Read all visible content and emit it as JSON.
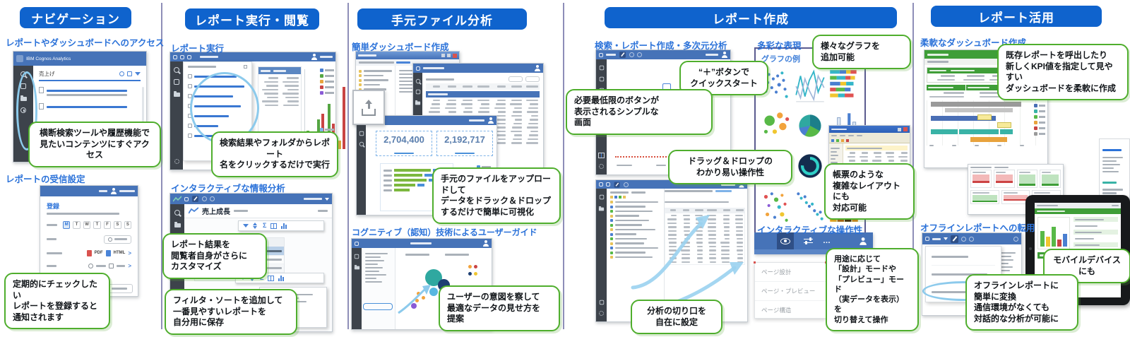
{
  "colors": {
    "header_pill": "#0f63cd",
    "section_heading": "#2b72d9",
    "callout_border": "#4fae2d",
    "divider": "#6868a0",
    "toolbar_blue": "#4673b8",
    "dashboard_green": "#3f9e38"
  },
  "glyphs": {
    "sigma": "Σ",
    "ellipsis": "…",
    "chevron_right": ">"
  },
  "col1": {
    "header": "ナビゲーション",
    "section1_title": "レポートやダッシュボードへのアクセス",
    "callout_access": "横断検索ツールや履歴機能で\n見たいコンテンツにすぐアクセス",
    "section2_title": "レポートの受信設定",
    "callout_subscribe": "定期的にチェックしたい\nレポートを登録すると\n通知されます",
    "search_app": {
      "title": "IBM Cognos Analytics",
      "query": "売上げ"
    },
    "subscribe_dialog": {
      "title": "登録",
      "days": [
        "M",
        "T",
        "W",
        "T",
        "F",
        "S",
        "S"
      ],
      "format_pdf": "PDF",
      "format_html": "HTML"
    }
  },
  "col2": {
    "header": "レポート実行・閲覧",
    "section1_title": "レポート実行",
    "callout_run": "検索結果やフォルダからレポート\n名をクリックするだけで実行",
    "section2_title": "インタラクティブな情報分析",
    "callout_customize": "レポート結果を\n閲覧者自身がさらに\nカスタマイズ",
    "callout_filter": "フィルタ・ソートを追加して\n一番見やすいレポートを\n自分用に保存",
    "report_title": "売上成長"
  },
  "col3": {
    "header": "手元ファイル分析",
    "section1_title": "簡単ダッシュボード作成",
    "callout_upload": "手元のファイルをアップロードして\nデータをドラック＆ドロップ\nするだけで簡単に可視化",
    "section2_title": "コグニティブ（認知）技術によるユーザーガイド",
    "callout_guide": "ユーザーの意図を察して\n最適なデータの見せ方を\n提案",
    "dashboard": {
      "kpi1": "2,704,400",
      "kpi2": "2,192,717"
    }
  },
  "col4": {
    "header": "レポート作成",
    "left": {
      "title": "検索・レポート作成・多次元分析",
      "callout_quickstart": "“＋”ボタンで\nクイックスタート",
      "callout_simple": "必要最低限のボタンが\n表示されるシンプルな\n画面",
      "callout_dnd": "ドラッグ＆ドロップの\nわかり易い操作性",
      "callout_slice": "分析の切り口を\n自在に設定"
    },
    "right": {
      "title": "多彩な表現",
      "chart_samples_title": "グラフの例",
      "callout_charts": "様々なグラフを\n追加可能",
      "callout_layout": "帳票のような\n複雑なレイアウトにも\n対応可能",
      "title2": "インタラクティブな操作性",
      "view_menu": [
        "ページ設計",
        "ページ・プレビュー",
        "ページ構造"
      ],
      "callout_mode": "用途に応じて\n「設計」モードや\n「プレビュー」モード\n（実データを表示）を\n切り替えて操作"
    }
  },
  "col5": {
    "header": "レポート活用",
    "section1_title": "柔軟なダッシュボード作成",
    "callout_dashboard": "既存レポートを呼出したり\n新しくKPI値を指定して見やすい\nダッシュボードを柔軟に作成",
    "section2_title": "オフラインレポートへの転用",
    "callout_mobile": "モバイルデバイスにも",
    "callout_offline": "オフラインレポートに\n簡単に変換\n通信環境がなくても\n対話的な分析が可能に"
  }
}
